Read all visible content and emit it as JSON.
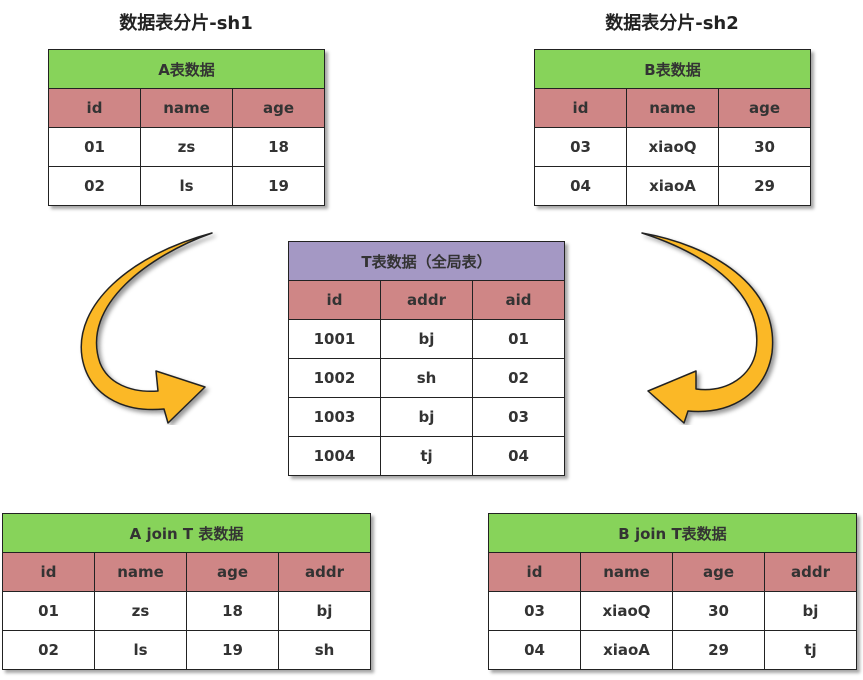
{
  "shards": {
    "sh1": "数据表分片-sh1",
    "sh2": "数据表分片-sh2"
  },
  "tableA": {
    "title": "A表数据",
    "headers": [
      "id",
      "name",
      "age"
    ],
    "rows": [
      [
        "01",
        "zs",
        "18"
      ],
      [
        "02",
        "ls",
        "19"
      ]
    ]
  },
  "tableB": {
    "title": "B表数据",
    "headers": [
      "id",
      "name",
      "age"
    ],
    "rows": [
      [
        "03",
        "xiaoQ",
        "30"
      ],
      [
        "04",
        "xiaoA",
        "29"
      ]
    ]
  },
  "tableT": {
    "title": "T表数据（全局表）",
    "headers": [
      "id",
      "addr",
      "aid"
    ],
    "rows": [
      [
        "1001",
        "bj",
        "01"
      ],
      [
        "1002",
        "sh",
        "02"
      ],
      [
        "1003",
        "bj",
        "03"
      ],
      [
        "1004",
        "tj",
        "04"
      ]
    ]
  },
  "tableAT": {
    "title": "A join  T 表数据",
    "headers": [
      "id",
      "name",
      "age",
      "addr"
    ],
    "rows": [
      [
        "01",
        "zs",
        "18",
        "bj"
      ],
      [
        "02",
        "ls",
        "19",
        "sh"
      ]
    ]
  },
  "tableBT": {
    "title": "B join  T表数据",
    "headers": [
      "id",
      "name",
      "age",
      "addr"
    ],
    "rows": [
      [
        "03",
        "xiaoQ",
        "30",
        "bj"
      ],
      [
        "04",
        "xiaoA",
        "29",
        "tj"
      ]
    ]
  },
  "colors": {
    "title_green": "#87d35a",
    "title_purple": "#a498c4",
    "header_red": "#cf8686",
    "arrow_orange": "#fbb827"
  }
}
